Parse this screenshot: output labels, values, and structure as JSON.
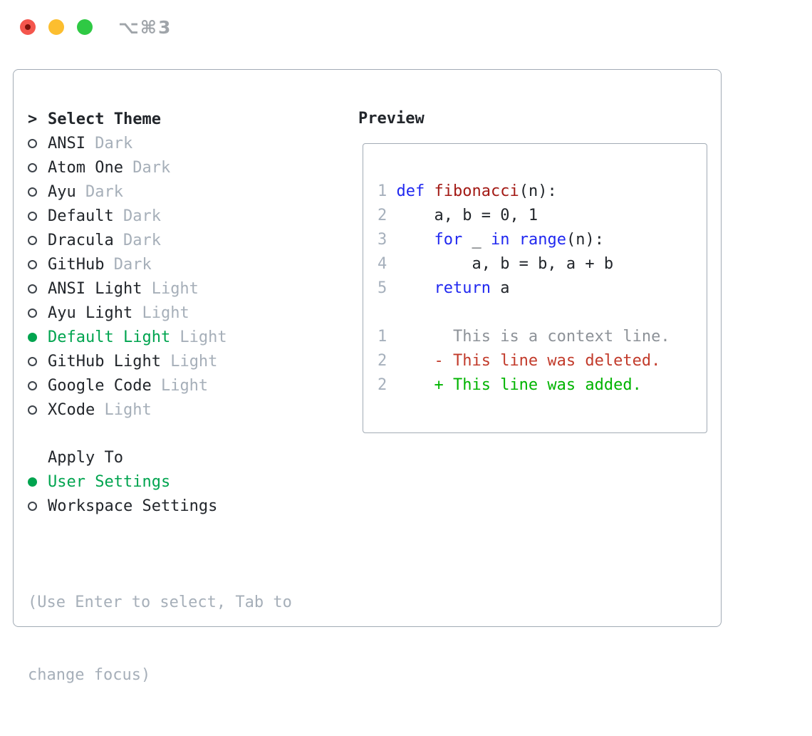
{
  "window": {
    "title": "⌥⌘3",
    "traffic_lights": {
      "red": "close",
      "yellow": "minimize",
      "green": "zoom"
    }
  },
  "theme_picker": {
    "header": {
      "marker": ">",
      "label": "Select Theme"
    },
    "items": [
      {
        "name": "ANSI",
        "variant": "Dark",
        "selected": false
      },
      {
        "name": "Atom One",
        "variant": "Dark",
        "selected": false
      },
      {
        "name": "Ayu",
        "variant": "Dark",
        "selected": false
      },
      {
        "name": "Default",
        "variant": "Dark",
        "selected": false
      },
      {
        "name": "Dracula",
        "variant": "Dark",
        "selected": false
      },
      {
        "name": "GitHub",
        "variant": "Dark",
        "selected": false
      },
      {
        "name": "ANSI Light",
        "variant": "Light",
        "selected": false
      },
      {
        "name": "Ayu Light",
        "variant": "Light",
        "selected": false
      },
      {
        "name": "Default Light",
        "variant": "Light",
        "selected": true
      },
      {
        "name": "GitHub Light",
        "variant": "Light",
        "selected": false
      },
      {
        "name": "Google Code",
        "variant": "Light",
        "selected": false
      },
      {
        "name": "XCode",
        "variant": "Light",
        "selected": false
      }
    ]
  },
  "apply_to": {
    "label": "Apply To",
    "options": [
      {
        "label": "User Settings",
        "selected": true
      },
      {
        "label": "Workspace Settings",
        "selected": false
      }
    ]
  },
  "help_text": [
    "(Use Enter to select, Tab to",
    "change focus)"
  ],
  "preview": {
    "label": "Preview",
    "lines": [
      {
        "num": "1",
        "segments": [
          {
            "text": "def",
            "color": "keyword"
          },
          {
            "text": " ",
            "color": "plain"
          },
          {
            "text": "fibonacci",
            "color": "function"
          },
          {
            "text": "(n):",
            "color": "plain"
          }
        ]
      },
      {
        "num": "2",
        "segments": [
          {
            "text": "    a, b = 0, 1",
            "color": "plain"
          }
        ]
      },
      {
        "num": "3",
        "segments": [
          {
            "text": "    ",
            "color": "plain"
          },
          {
            "text": "for",
            "color": "keyword"
          },
          {
            "text": " _ ",
            "color": "plain"
          },
          {
            "text": "in",
            "color": "keyword"
          },
          {
            "text": " ",
            "color": "plain"
          },
          {
            "text": "range",
            "color": "keyword"
          },
          {
            "text": "(n):",
            "color": "plain"
          }
        ]
      },
      {
        "num": "4",
        "segments": [
          {
            "text": "        a, b = b, a + b",
            "color": "plain"
          }
        ]
      },
      {
        "num": "5",
        "segments": [
          {
            "text": "    ",
            "color": "plain"
          },
          {
            "text": "return",
            "color": "keyword"
          },
          {
            "text": " a",
            "color": "plain"
          }
        ]
      },
      {
        "num": "",
        "segments": []
      },
      {
        "num": "1",
        "segments": [
          {
            "text": "      This is a context line.",
            "color": "context"
          }
        ]
      },
      {
        "num": "2",
        "segments": [
          {
            "text": "    - This line was deleted.",
            "color": "deleted"
          }
        ]
      },
      {
        "num": "2",
        "segments": [
          {
            "text": "    + This line was added.",
            "color": "added"
          }
        ]
      }
    ]
  },
  "colors": {
    "text": "#22262b",
    "muted": "#a6afb9",
    "linenum": "#a6b0bc",
    "context": "#8d9298",
    "accent": "#00a44f",
    "added": "#00b400",
    "deleted": "#c23b2b",
    "keyword": "#2028f0",
    "function": "#a31a15",
    "border": "#a2abb5",
    "ring": "#3e444b",
    "trafficRed": "#f4564d",
    "trafficRedDot": "#7c120b",
    "trafficYellow": "#fcbe2f",
    "trafficGreen": "#2fc944",
    "titleGray": "#a0a5aa"
  }
}
